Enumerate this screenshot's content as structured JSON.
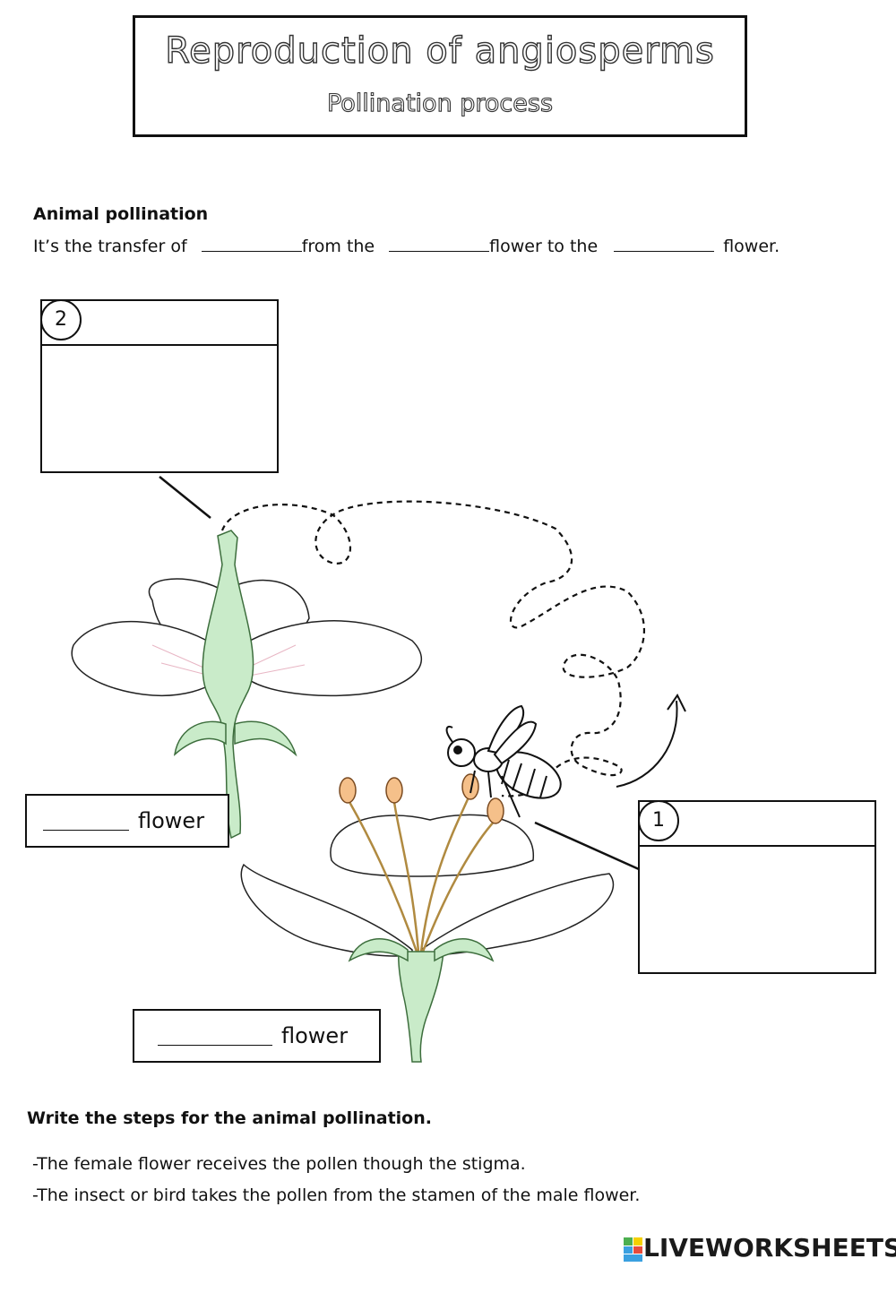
{
  "header": {
    "title": "Reproduction of angiosperms",
    "subtitle": "Pollination process"
  },
  "section1": {
    "heading": "Animal pollination",
    "sentence": {
      "part1": "It’s  the transfer of",
      "part2": "from the",
      "part3": "flower to the",
      "part4": "flower."
    }
  },
  "diagram": {
    "box_top_number": "2",
    "box_right_number": "1",
    "top_flower_label": "flower",
    "bottom_flower_label": "flower"
  },
  "section2": {
    "heading": "Write the steps for the animal pollination.",
    "steps": [
      "-The female flower receives the pollen though the stigma.",
      "-The insect or bird  takes the pollen from the stamen of the male flower."
    ]
  },
  "footer": {
    "brand": "LIVEWORKSHEETS"
  },
  "colors": {
    "petal_fill": "#ffffff",
    "pistil_green": "#c9ebc9",
    "stamen_orange": "#f5c08a",
    "logo_blue": "#3aa0e0",
    "logo_yellow": "#f5d000",
    "logo_green": "#4caf50",
    "logo_red": "#e74c3c"
  }
}
